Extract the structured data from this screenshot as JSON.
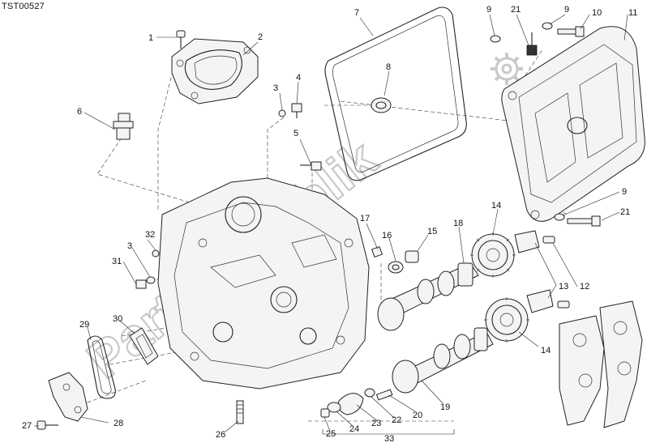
{
  "drawing_code": "TST00527",
  "watermark": "PartsRepublik",
  "callouts": {
    "c1": "1",
    "c2": "2",
    "c3a": "3",
    "c4": "4",
    "c5": "5",
    "c6": "6",
    "c7": "7",
    "c8": "8",
    "c9a": "9",
    "c21a": "21",
    "c9b": "9",
    "c10": "10",
    "c11": "11",
    "c9c": "9",
    "c21b": "21",
    "c17": "17",
    "c16": "16",
    "c15": "15",
    "c18": "18",
    "c14a": "14",
    "c32": "32",
    "c3b": "3",
    "c31": "31",
    "c30": "30",
    "c29": "29",
    "c13": "13",
    "c12": "12",
    "c14b": "14",
    "c19": "19",
    "c20": "20",
    "c22": "22",
    "c23": "23",
    "c24": "24",
    "c25": "25",
    "c33": "33",
    "c26": "26",
    "c27": "27",
    "c28": "28"
  }
}
